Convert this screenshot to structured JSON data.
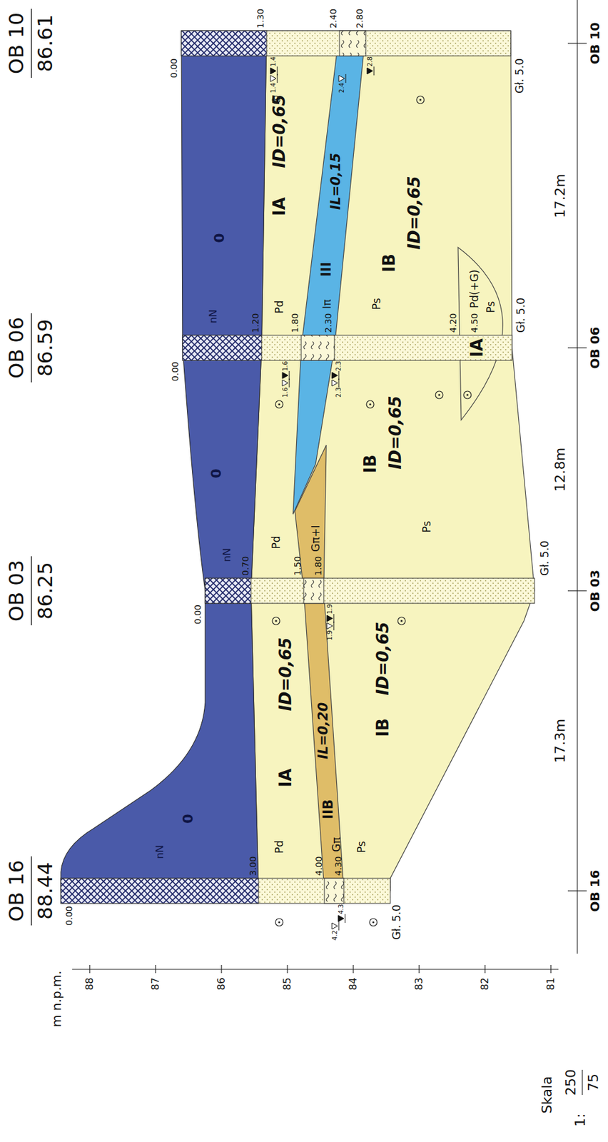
{
  "diagram": {
    "labels": [
      "m n.p.m.",
      "88",
      "87",
      "86",
      "85",
      "84",
      "83",
      "82",
      "81",
      "Skala",
      "1:",
      "250",
      "75",
      "OB 16",
      "88.44",
      "OB 03",
      "86.25",
      "OB 06",
      "86.59",
      "OB 10",
      "86.61",
      "0.00",
      "3.00",
      "4.00",
      "4.30",
      "Gπ",
      "Gł. 5.0",
      "0.00",
      "0.70",
      "1.50",
      "1.80",
      "Gπ+I",
      "Gł. 5.0",
      "0.00",
      "1.20",
      "1.80",
      "2.30",
      "Iπ",
      "4.20",
      "4.50",
      "Gł. 5.0",
      "0.00",
      "1.30",
      "2.40",
      "2.80",
      "Gł. 5.0",
      "0",
      "nN",
      "Pd",
      "IA",
      "ID=0,65",
      "IIB",
      "IL=0,20",
      "Ps",
      "IB",
      "ID=0,65",
      "0",
      "nN",
      "Pd",
      "IB",
      "ID=0,65",
      "Ps",
      "III",
      "IL=0,15",
      "nN",
      "Pd",
      "0",
      "IA",
      "ID=0,65",
      "Ps",
      "IB",
      "ID=0,65",
      "IA",
      "Pd(+G)",
      "Ps",
      "4.2",
      "4.3",
      "1.9",
      "1.9",
      "1.6",
      "1.6",
      "2.3",
      "2.3",
      "1.4",
      "1.4",
      "2.4",
      "2.8",
      "17.3m",
      "12.8m",
      "17.2m",
      "OB 16",
      "OB 03",
      "OB 06",
      "OB 10"
    ]
  }
}
